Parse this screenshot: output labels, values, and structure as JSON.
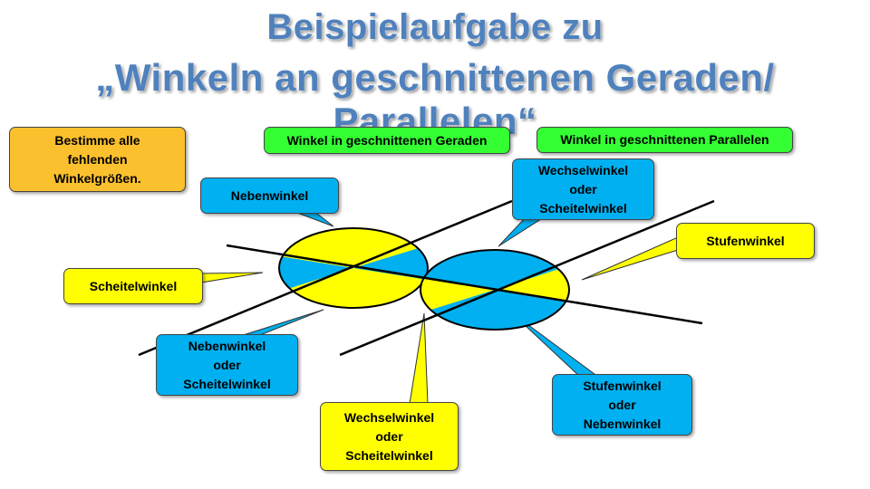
{
  "title": {
    "line1": "Beispielaufgabe zu",
    "line2": "„Winkeln an geschnittenen Geraden/ Parallelen“"
  },
  "task_box": {
    "lines": [
      "Bestimme alle",
      "fehlenden",
      "Winkelgrößen."
    ]
  },
  "headers": {
    "intersecting_lines": "Winkel in geschnittenen Geraden",
    "parallels": "Winkel in geschnittenen Parallelen"
  },
  "labels": {
    "nebenwinkel": "Nebenwinkel",
    "scheitelwinkel": "Scheitelwinkel",
    "neben_oder_scheitel": [
      "Nebenwinkel",
      "oder",
      "Scheitelwinkel"
    ],
    "wechsel_oder_scheitel_top": [
      "Wechselwinkel",
      "oder",
      "Scheitelwinkel"
    ],
    "stufenwinkel": "Stufenwinkel",
    "wechsel_oder_scheitel_bottom": [
      "Wechselwinkel",
      "oder",
      "Scheitelwinkel"
    ],
    "stufen_oder_neben": [
      "Stufenwinkel",
      "oder",
      "Nebenwinkel"
    ]
  },
  "colors": {
    "blue": "#00b0f0",
    "yellow": "#ffff00",
    "green": "#33ff33",
    "orange": "#fbc02d",
    "title": "#4f81bd"
  }
}
